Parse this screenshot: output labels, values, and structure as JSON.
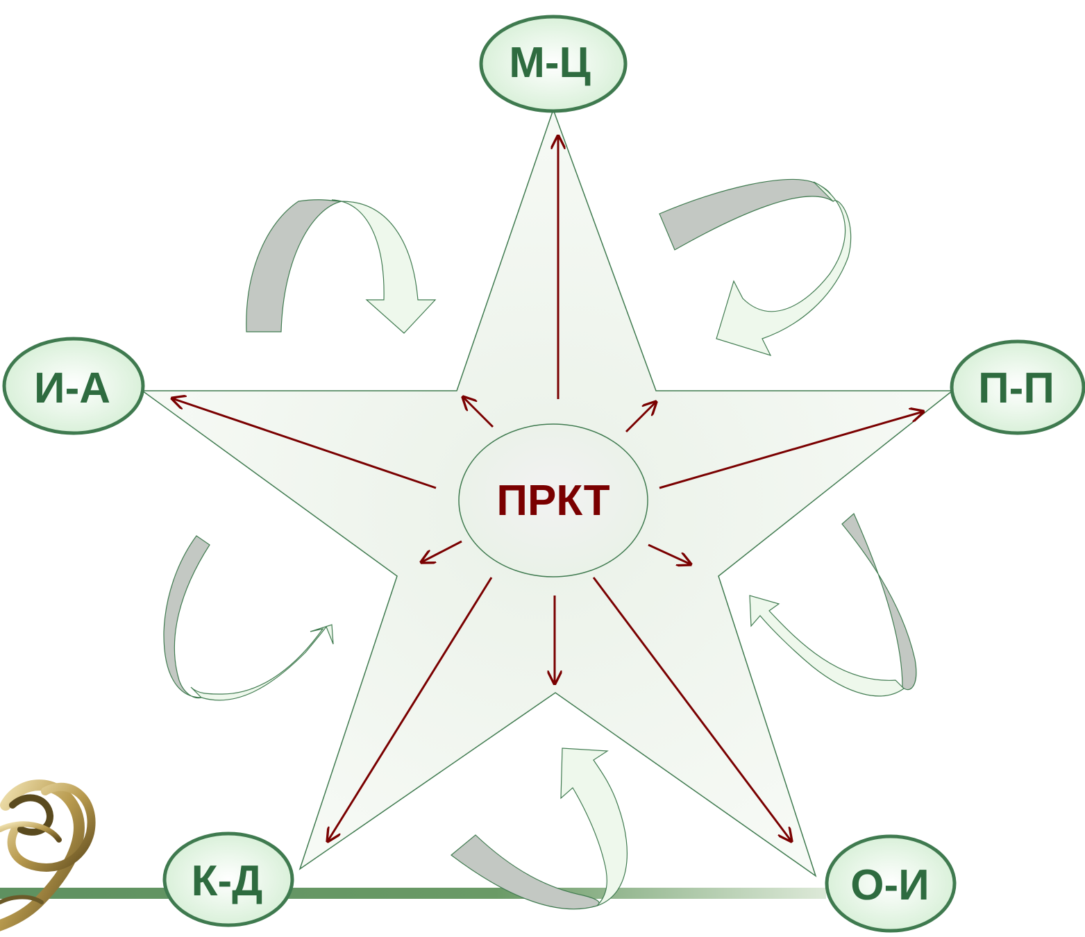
{
  "center": {
    "label": "ПРКТ"
  },
  "nodes": [
    {
      "id": "top",
      "label": "М-Ц"
    },
    {
      "id": "right",
      "label": "П-П"
    },
    {
      "id": "bottom-right",
      "label": "О-И"
    },
    {
      "id": "bottom-left",
      "label": "К-Д"
    },
    {
      "id": "left",
      "label": "И-А"
    }
  ],
  "colors": {
    "node_stroke": "#3f7a4f",
    "node_text": "#2e6b3f",
    "center_text": "#7a0000",
    "arrow": "#7a0000",
    "star_fill": "#f0f5ef",
    "ribbon_dark": "#c3c8c3",
    "ribbon_light": "#eef8ec",
    "footer_line": "#6a9a66"
  }
}
